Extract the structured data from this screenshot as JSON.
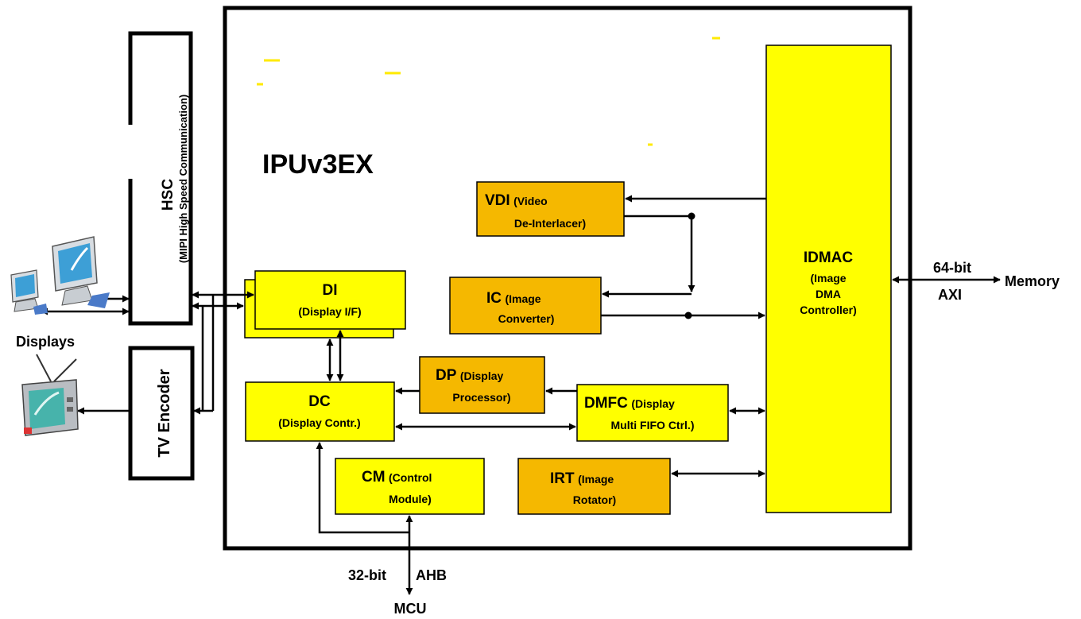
{
  "diagram": {
    "title": "IPUv3EX",
    "colors": {
      "yellow": "#ffff00",
      "orange": "#f5b800",
      "border": "#000000",
      "background": "#ffffff"
    },
    "blocks": {
      "vdi": {
        "name": "VDI",
        "desc1": "(Video",
        "desc2": "De-Interlacer)"
      },
      "ic": {
        "name": "IC",
        "desc1": "(Image",
        "desc2": "Converter)"
      },
      "di": {
        "name": "DI",
        "desc1": "(Display I/F)"
      },
      "dp": {
        "name": "DP",
        "desc1": "(Display",
        "desc2": "Processor)"
      },
      "dc": {
        "name": "DC",
        "desc1": "(Display Contr.)"
      },
      "dmfc": {
        "name": "DMFC",
        "desc1": "(Display",
        "desc2": "Multi FIFO Ctrl.)"
      },
      "cm": {
        "name": "CM",
        "desc1": "(Control",
        "desc2": "Module)"
      },
      "irt": {
        "name": "IRT",
        "desc1": "(Image",
        "desc2": "Rotator)"
      },
      "idmac": {
        "name": "IDMAC",
        "desc1": "(Image",
        "desc2": "DMA",
        "desc3": "Controller)"
      }
    },
    "hsc": {
      "name": "HSC",
      "desc": "(MIPI High Speed Communication)"
    },
    "tv_encoder": {
      "name": "TV Encoder"
    },
    "labels": {
      "displays": "Displays",
      "memory": "Memory",
      "axi_width": "64-bit",
      "axi": "AXI",
      "ahb_width": "32-bit",
      "ahb": "AHB",
      "mcu": "MCU"
    },
    "icons": [
      "monitor-icon",
      "tv-icon"
    ]
  }
}
